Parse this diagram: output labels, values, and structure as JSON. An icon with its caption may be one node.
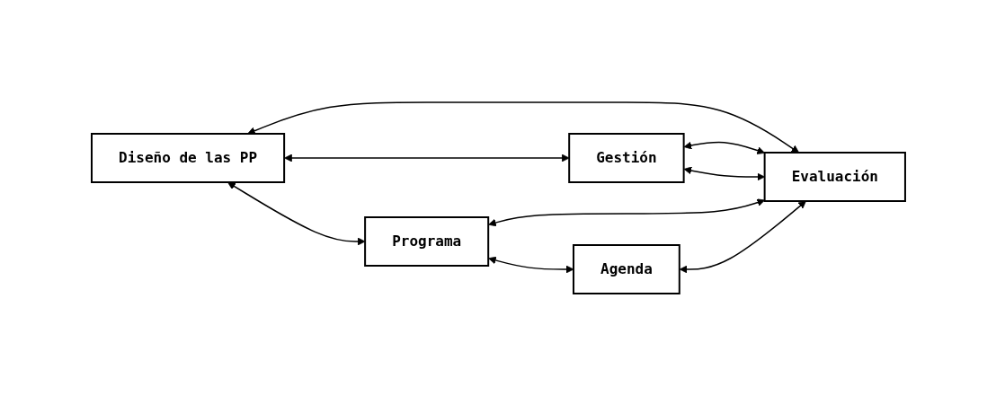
{
  "diagram": {
    "nodes": [
      {
        "text": [
          "Diseño de las PP"
        ]
      },
      {
        "text": [
          "Gestión"
        ]
      },
      {
        "text": [
          "Programa"
        ]
      },
      {
        "text": [
          "Evaluación"
        ]
      },
      {
        "text": [
          "Agenda"
        ]
      }
    ],
    "edges": [
      {
        "from": 0,
        "to": 2,
        "arrow": "both"
      },
      {
        "from": 0,
        "to": 1,
        "arrow": "both"
      },
      {
        "from": 0,
        "to": 3,
        "arrow": "both"
      },
      {
        "from": 1,
        "to": 3,
        "arrow": "both"
      },
      {
        "from": 1,
        "to": 3,
        "arrow": "both"
      },
      {
        "from": 2,
        "to": 3,
        "arrow": "both"
      },
      {
        "from": 2,
        "to": 4,
        "arrow": "both"
      },
      {
        "from": 4,
        "to": 3,
        "arrow": "both"
      }
    ]
  }
}
